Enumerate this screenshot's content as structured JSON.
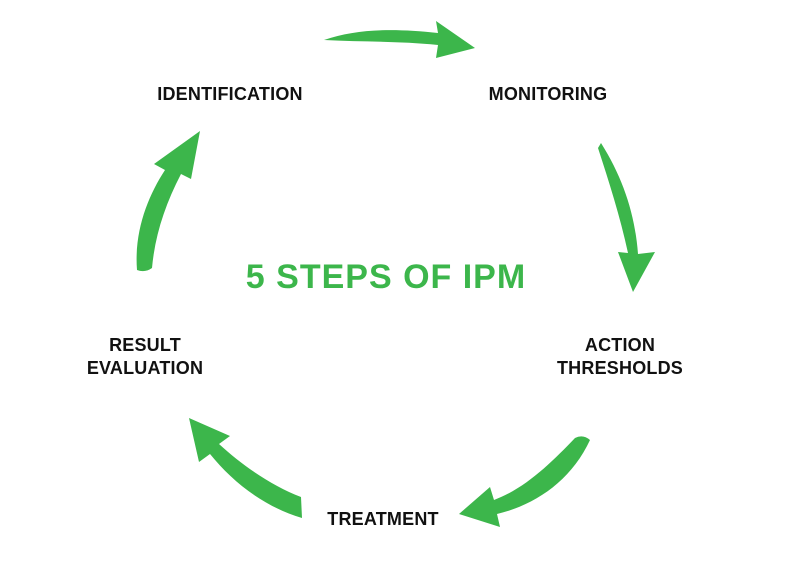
{
  "title": "5 STEPS OF IPM",
  "colors": {
    "accent": "#3cb64b",
    "text": "#111111",
    "background": "#ffffff"
  },
  "steps": [
    {
      "line1": "IDENTIFICATION",
      "line2": ""
    },
    {
      "line1": "MONITORING",
      "line2": ""
    },
    {
      "line1": "ACTION",
      "line2": "THRESHOLDS"
    },
    {
      "line1": "TREATMENT",
      "line2": ""
    },
    {
      "line1": "RESULT",
      "line2": "EVALUATION"
    }
  ],
  "arrows": [
    {
      "from": "IDENTIFICATION",
      "to": "MONITORING"
    },
    {
      "from": "MONITORING",
      "to": "ACTION THRESHOLDS"
    },
    {
      "from": "ACTION THRESHOLDS",
      "to": "TREATMENT"
    },
    {
      "from": "TREATMENT",
      "to": "RESULT EVALUATION"
    },
    {
      "from": "RESULT EVALUATION",
      "to": "IDENTIFICATION"
    }
  ]
}
